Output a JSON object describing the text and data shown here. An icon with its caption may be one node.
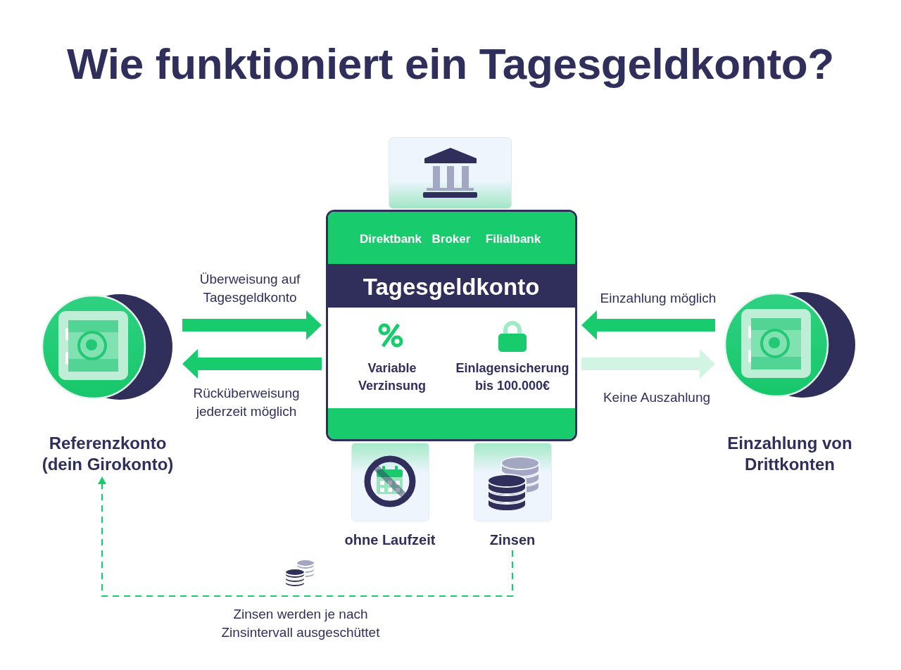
{
  "diagram": {
    "title": "Wie funktioniert ein Tagesgeldkonto?",
    "nodes": [
      {
        "text": [
          "Referenzkonto (dein Girokonto)"
        ]
      },
      {
        "text": [],
        "shape": "picture"
      },
      {
        "text": [
          "Direktbank",
          "Broker",
          "Filialbank",
          "Tagesgeldkonto",
          "Variable Verzinsung",
          "Einlagensicherung bis 100.000€"
        ]
      },
      {
        "text": [
          "ohne Laufzeit"
        ]
      },
      {
        "text": [
          "Zinsen"
        ]
      },
      {
        "text": [
          "Einzahlung von Drittkonten"
        ]
      }
    ],
    "edges": [
      {
        "from": 0,
        "to": 2,
        "arrow": "to",
        "label": "Überweisung auf Tagesgeldkonto"
      },
      {
        "from": 2,
        "to": 0,
        "arrow": "to",
        "label": "Rücküberweisung jederzeit möglich"
      },
      {
        "from": 5,
        "to": 2,
        "arrow": "to",
        "label": "Einzahlung möglich"
      },
      {
        "from": 2,
        "to": 5,
        "arrow": "to",
        "label": "Keine Auszahlung",
        "color": "#d2f5e3"
      },
      {
        "from": 4,
        "to": 0,
        "arrow": "to",
        "label": "Zinsen werden je nach Zinsintervall ausgeschüttet",
        "style": "dashed"
      }
    ]
  }
}
